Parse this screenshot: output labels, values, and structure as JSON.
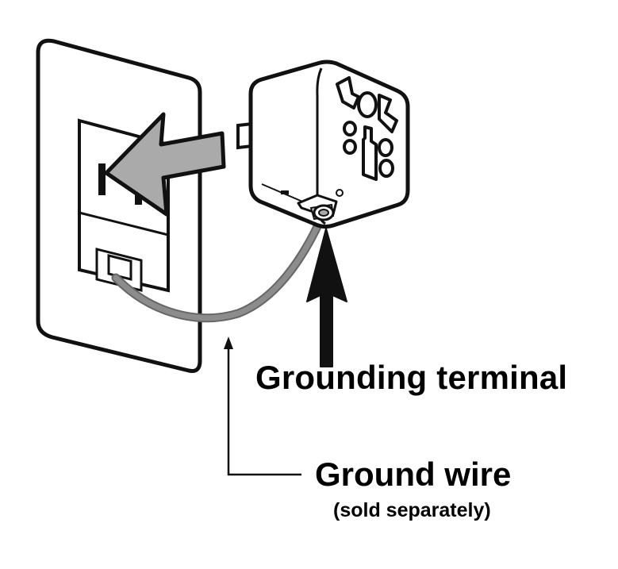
{
  "labels": {
    "grounding_terminal": "Grounding terminal",
    "ground_wire": "Ground wire",
    "sold_separately": "(sold separately)"
  },
  "colors": {
    "outline": "#111111",
    "arrow_fill": "#aaaaaa",
    "wire": "#8c8c8c",
    "background": "#ffffff"
  }
}
